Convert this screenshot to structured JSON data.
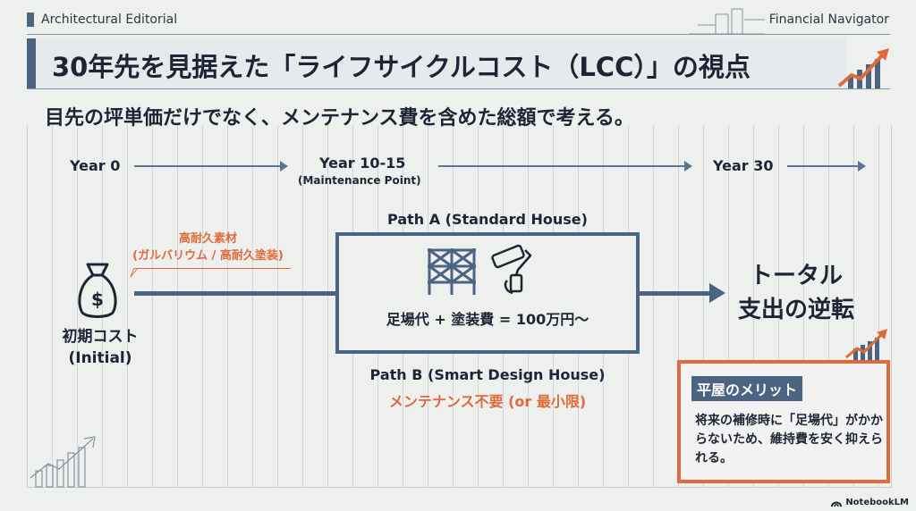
{
  "header": {
    "brand_left": "Architectural Editorial",
    "brand_right": "Financial Navigator"
  },
  "title": "30年先を見据えた「ライフサイクルコスト（LCC）」の視点",
  "subtitle": "目先の坪単価だけでなく、メンテナンス費を含めた総額で考える。",
  "timeline": {
    "year0": "Year 0",
    "year10_15": "Year 10-15",
    "year10_15_note": "(Maintenance Point)",
    "year30": "Year 30"
  },
  "initial": {
    "material_label_line1": "高耐久素材",
    "material_label_line2": "(ガルバリウム / 高耐久塗装)",
    "label_line1": "初期コスト",
    "label_line2": "(Initial)"
  },
  "path_a": {
    "label": "Path A (Standard House)",
    "cost_text": "足場代 + 塗装費 = 100万円〜"
  },
  "path_b": {
    "label": "Path B (Smart Design House)",
    "note": "メンテナンス不要 (or 最小限)"
  },
  "total": {
    "line1": "トータル",
    "line2": "支出の逆転"
  },
  "merit": {
    "title": "平屋のメリット",
    "body": "将来の補修時に「足場代」がかからないため、維持費を安く抑えられる。"
  },
  "footer": {
    "credit": "NotebookLM"
  },
  "colors": {
    "navy": "#4a6482",
    "accent_orange": "#e06a3b",
    "background": "#eef0ee"
  },
  "icons": [
    "money-bag-icon",
    "scaffold-icon",
    "paint-roller-icon",
    "growth-chart-icon",
    "building-sketch-icon"
  ]
}
